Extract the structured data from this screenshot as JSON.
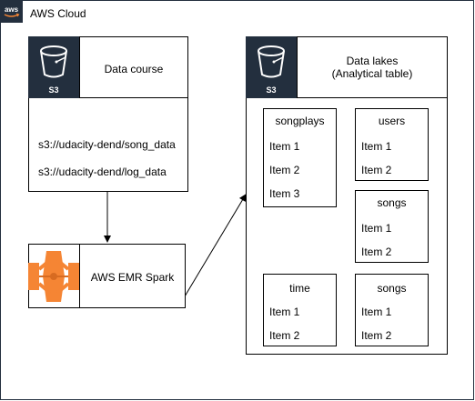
{
  "cloud": {
    "label": "AWS Cloud",
    "logo_icon": "aws-cloud-icon"
  },
  "source": {
    "s3_label": "S3",
    "title": "Data course",
    "paths": [
      "s3://udacity-dend/song_data",
      "s3://udacity-dend/log_data"
    ]
  },
  "emr": {
    "label": "AWS EMR Spark",
    "icon": "emr-icon",
    "accent": "#F58534"
  },
  "lake": {
    "s3_label": "S3",
    "title_line1": "Data lakes",
    "title_line2": "(Analytical table)"
  },
  "tables": {
    "songplays": {
      "title": "songplays",
      "items": [
        "Item 1",
        "Item 2",
        "Item 3"
      ]
    },
    "users": {
      "title": "users",
      "items": [
        "Item 1",
        "Item 2"
      ]
    },
    "songs1": {
      "title": "songs",
      "items": [
        "Item 1",
        "Item 2"
      ]
    },
    "time": {
      "title": "time",
      "items": [
        "Item 1",
        "Item 2"
      ]
    },
    "songs2": {
      "title": "songs",
      "items": [
        "Item 1",
        "Item 2"
      ]
    }
  },
  "colors": {
    "aws_dark": "#232F3E",
    "emr_orange": "#F58534"
  }
}
